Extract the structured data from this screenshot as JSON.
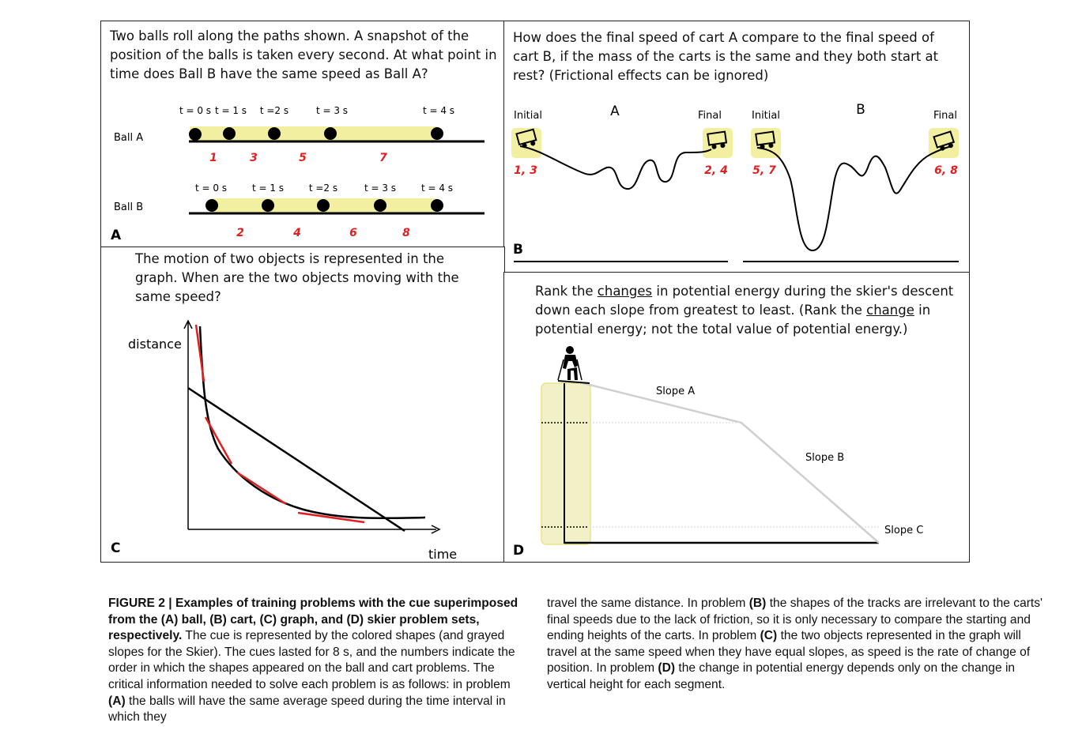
{
  "panel_a": {
    "question": "Two balls roll along the paths shown. A snapshot of the position of the balls is taken every second. At what point in time does Ball B have the same speed as Ball A?",
    "ball_a_label": "Ball  A",
    "ball_b_label": "Ball B",
    "ball_a_times": [
      "t = 0 s",
      "t = 1 s",
      "t =2 s",
      "t = 3 s",
      "t = 4 s"
    ],
    "ball_b_times": [
      "t = 0 s",
      "t = 1 s",
      "t =2 s",
      "t = 3 s",
      "t = 4 s"
    ],
    "ball_a_order": [
      "1",
      "3",
      "5",
      "7"
    ],
    "ball_b_order": [
      "2",
      "4",
      "6",
      "8"
    ],
    "letter": "A"
  },
  "panel_b": {
    "question": "How does the final speed of cart A compare to the final speed of cart B, if the mass of the carts is the same and they both start at rest? (Frictional effects can be ignored)",
    "track_a_label": "A",
    "track_b_label": "B",
    "initial_label": "Initial",
    "final_label": "Final",
    "order_a_initial": "1, 3",
    "order_a_final": "2, 4",
    "order_b_initial": "5, 7",
    "order_b_final": "6, 8",
    "letter": "B"
  },
  "panel_c": {
    "question": "The motion of two objects is represented in the graph. When are the two objects moving with the same speed?",
    "ylabel": "distance",
    "xlabel": "time",
    "letter": "C"
  },
  "panel_d": {
    "question_pre": "Rank the ",
    "question_u1": "changes",
    "question_mid": " in potential energy during the skier's descent down each slope from greatest to least.  (Rank the ",
    "question_u2": "change",
    "question_post": " in potential energy; not the total value of potential energy.)",
    "slope_a": "Slope A",
    "slope_b": "Slope B",
    "slope_c": "Slope C",
    "letter": "D"
  },
  "caption": {
    "fig_label": "FIGURE 2 | Examples of training problems with the cue superimposed from the (A) ball, (B) cart, (C) graph, and (D) skier problem sets, respectively.",
    "p1": " The cue is represented by the colored shapes (and grayed slopes for the Skier). The cues lasted for 8 s, and the numbers indicate the order in which the shapes appeared on the ball and cart problems. The critical information needed to solve each problem is as follows: in problem ",
    "A": "(A)",
    "p2": " the balls will have the same average speed during the time interval in which they travel the same distance. In problem ",
    "B": "(B)",
    "p3": " the shapes of the tracks are irrelevant to the carts' final speeds due to the lack of friction, so it is only necessary to compare the starting and ending heights of the carts. In problem ",
    "C": "(C)",
    "p4": " the two objects represented in the graph will travel at the same speed when they have equal slopes, as speed is the rate of change of position. In problem ",
    "D": "(D)",
    "p5": " the change in potential energy depends only on the change in vertical height for each segment."
  },
  "colors": {
    "cue_yellow": "#f2f0a0",
    "cue_red": "#e02020",
    "slope_gray": "#cfcfcf"
  }
}
